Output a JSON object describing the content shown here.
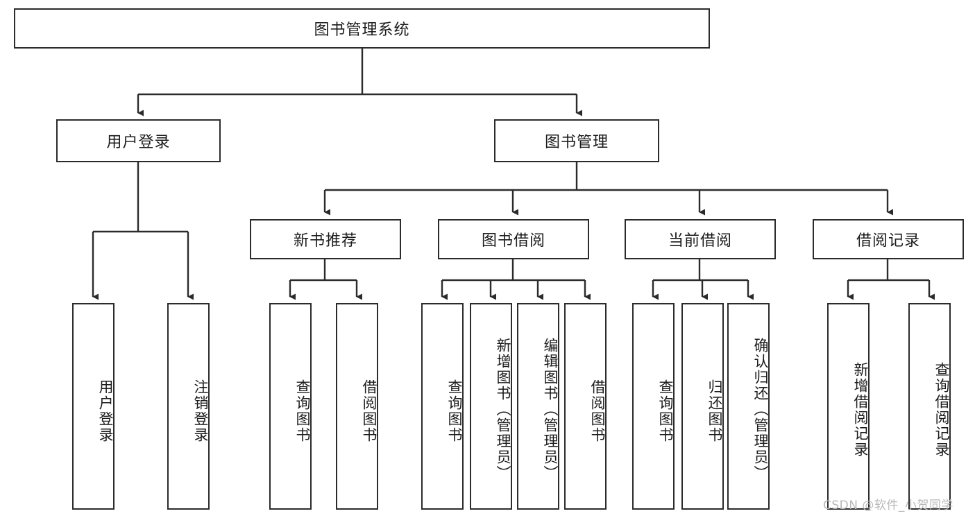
{
  "diagram": {
    "type": "tree-hierarchy",
    "title": "图书管理系统",
    "watermark": "CSDN @软件_小贺同学",
    "colors": {
      "box_border": "#2b2b2b",
      "box_fill": "#ffffff",
      "connector": "#2b2b2b",
      "text": "#1b1b1b",
      "watermark": "#b9b9b9",
      "background": "#ffffff"
    },
    "levels": {
      "root": "图书管理系统",
      "level2": [
        "用户登录",
        "图书管理"
      ],
      "level3": [
        "新书推荐",
        "图书借阅",
        "当前借阅",
        "借阅记录"
      ]
    },
    "nodes": {
      "root": {
        "label": "图书管理系统"
      },
      "user_login": {
        "label": "用户登录"
      },
      "book_manage": {
        "label": "图书管理"
      },
      "new_book_rec": {
        "label": "新书推荐"
      },
      "book_borrow": {
        "label": "图书借阅"
      },
      "current_borrow": {
        "label": "当前借阅"
      },
      "borrow_record": {
        "label": "借阅记录"
      },
      "leaf_user_login": {
        "label": "用户登录"
      },
      "leaf_logout": {
        "label": "注销登录"
      },
      "leaf_query_book_1": {
        "label": "查询图书"
      },
      "leaf_borrow_book_1": {
        "label": "借阅图书"
      },
      "leaf_query_book_2": {
        "label": "查询图书"
      },
      "leaf_add_book": {
        "label": "新增图书（管理员）"
      },
      "leaf_edit_book": {
        "label": "编辑图书（管理员）"
      },
      "leaf_borrow_book_2": {
        "label": "借阅图书"
      },
      "leaf_query_book_3": {
        "label": "查询图书"
      },
      "leaf_return_book": {
        "label": "归还图书"
      },
      "leaf_confirm_return": {
        "label": "确认归还（管理员）"
      },
      "leaf_add_record": {
        "label": "新增借阅记录"
      },
      "leaf_query_record": {
        "label": "查询借阅记录"
      }
    },
    "edges": [
      {
        "from": "root",
        "to": "user_login"
      },
      {
        "from": "root",
        "to": "book_manage"
      },
      {
        "from": "user_login",
        "to": "leaf_user_login"
      },
      {
        "from": "user_login",
        "to": "leaf_logout"
      },
      {
        "from": "book_manage",
        "to": "new_book_rec"
      },
      {
        "from": "book_manage",
        "to": "book_borrow"
      },
      {
        "from": "book_manage",
        "to": "current_borrow"
      },
      {
        "from": "book_manage",
        "to": "borrow_record"
      },
      {
        "from": "new_book_rec",
        "to": "leaf_query_book_1"
      },
      {
        "from": "new_book_rec",
        "to": "leaf_borrow_book_1"
      },
      {
        "from": "book_borrow",
        "to": "leaf_query_book_2"
      },
      {
        "from": "book_borrow",
        "to": "leaf_add_book"
      },
      {
        "from": "book_borrow",
        "to": "leaf_edit_book"
      },
      {
        "from": "book_borrow",
        "to": "leaf_borrow_book_2"
      },
      {
        "from": "current_borrow",
        "to": "leaf_query_book_3"
      },
      {
        "from": "current_borrow",
        "to": "leaf_return_book"
      },
      {
        "from": "current_borrow",
        "to": "leaf_confirm_return"
      },
      {
        "from": "borrow_record",
        "to": "leaf_add_record"
      },
      {
        "from": "borrow_record",
        "to": "leaf_query_record"
      }
    ]
  }
}
